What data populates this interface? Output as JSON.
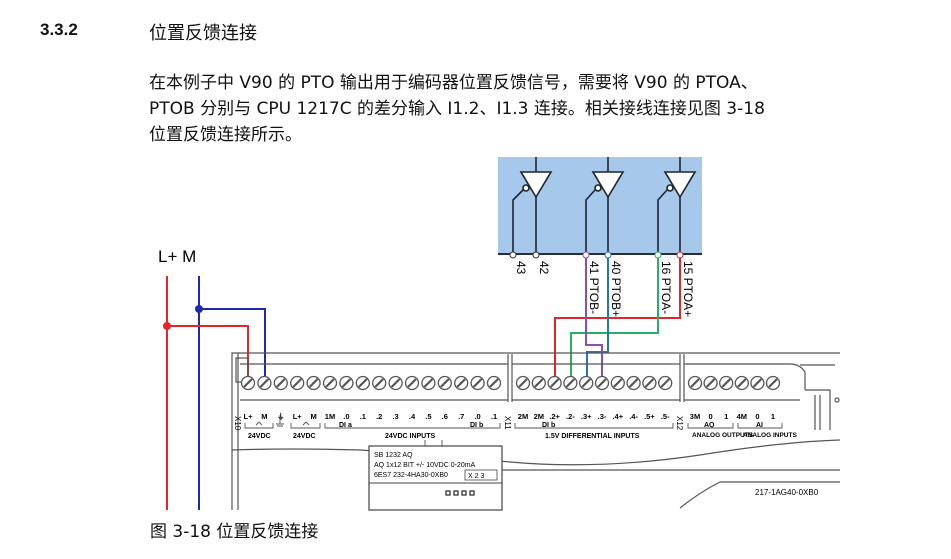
{
  "section": {
    "number": "3.3.2",
    "title": "位置反馈连接"
  },
  "paragraph": {
    "lines": [
      "在本例子中 V90 的 PTO 输出用于编码器位置反馈信号，需要将 V90 的 PTOA、",
      "PTOB 分别与 CPU 1217C 的差分输入 I1.2、I1.3 连接。相关接线连接见图 3-18",
      "位置反馈连接所示。"
    ]
  },
  "figure": {
    "caption": "图 3-18 位置反馈连接",
    "power_label": "L+ M",
    "drive_terminals": [
      {
        "pin": "43",
        "signal": ""
      },
      {
        "pin": "42",
        "signal": ""
      },
      {
        "pin": "41",
        "signal": "PTOB-"
      },
      {
        "pin": "40",
        "signal": "PTOB+"
      },
      {
        "pin": "16",
        "signal": "PTOA-"
      },
      {
        "pin": "15",
        "signal": "PTOA+"
      }
    ],
    "drive_labels": [
      "43",
      "42",
      "41 PTOB-",
      "40 PTOB+",
      "16 PTOA-",
      "15 PTOA+"
    ],
    "plc": {
      "x10_label": "X10",
      "x11_label": "X11",
      "x12_label": "X12",
      "x10_terms": [
        "L+",
        "M",
        "⏚",
        "L+",
        "M",
        "1M",
        ".0",
        ".1",
        ".2",
        ".3",
        ".4",
        ".5",
        ".6",
        ".7",
        ".0",
        ".1"
      ],
      "x10_group_a": "DI a",
      "x10_group_b": "DI b",
      "x10_24vdc_1": "24VDC",
      "x10_24vdc_2": "24VDC",
      "x10_inputs": "24VDC INPUTS",
      "x11_terms": [
        "2M",
        "2M",
        ".2+",
        ".2-",
        ".3+",
        ".3-",
        ".4+",
        ".4-",
        ".5+",
        ".5-"
      ],
      "x11_group": "DI b",
      "x11_inputs": "1.5V DIFFERENTIAL INPUTS",
      "x12_terms": [
        "3M",
        "0",
        "1",
        "4M",
        "0",
        "1"
      ],
      "aq_label": "AQ",
      "ai_label": "AI",
      "analog_outputs": "ANALOG OUTPUTS",
      "analog_inputs": "ANALOG INPUTS",
      "signal_board": {
        "line1": "SB 1232 AQ",
        "line2": "AQ 1x12 BIT +/- 10VDC  0-20mA",
        "line3": "6ES7 232-4HA30-0XB0",
        "badge": "X 2 3"
      },
      "order_number": "217-1AG40-0XB0"
    },
    "wire_colors": {
      "lplus": "#e8232a",
      "m": "#1f2aa8",
      "ptoa_plus": "#e0262c",
      "ptoa_minus": "#27b060",
      "ptob_plus": "#2476b5",
      "ptob_minus": "#8a4fb0",
      "drive_panel": "#a6c8ea"
    }
  }
}
